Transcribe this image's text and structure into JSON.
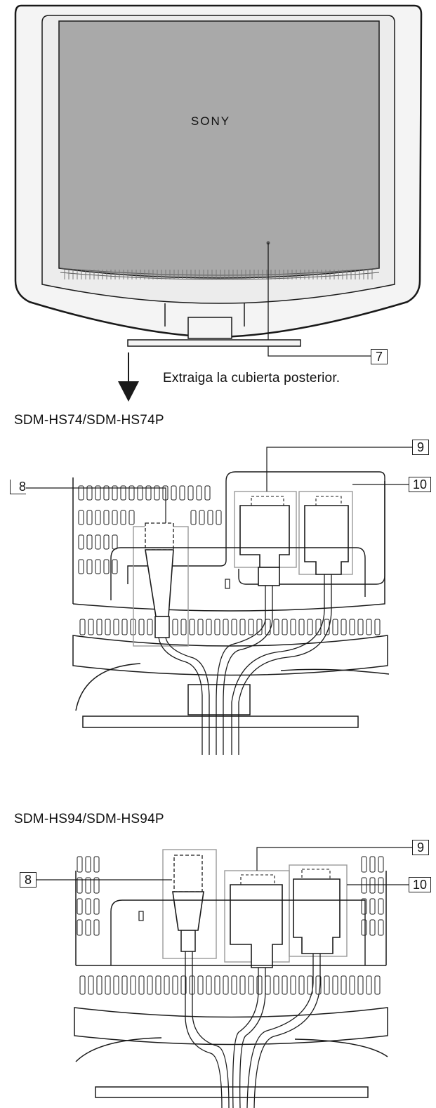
{
  "monitor": {
    "brand": "SONY",
    "callout_7": "7",
    "instruction": "Extraiga la cubierta posterior."
  },
  "section_hs74": {
    "title": "SDM-HS74/SDM-HS74P",
    "callout_8": "8",
    "callout_9": "9",
    "callout_10": "10"
  },
  "section_hs94": {
    "title": "SDM-HS94/SDM-HS94P",
    "callout_8": "8",
    "callout_9": "9",
    "callout_10": "10"
  },
  "colors": {
    "line": "#1a1a1a",
    "panel_gray": "#a8a8a8",
    "frame_fill": "#f2f2f2",
    "highlight_box": "#9a9a9a"
  }
}
